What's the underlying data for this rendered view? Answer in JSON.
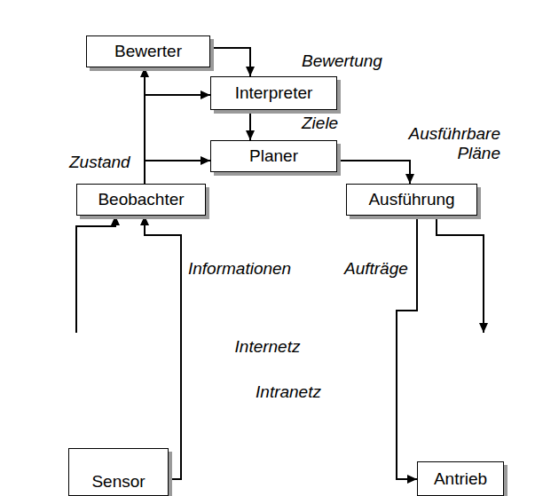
{
  "diagram": {
    "nodes": [
      {
        "text": [
          "Bewerter"
        ]
      },
      {
        "text": [
          "Interpreter"
        ]
      },
      {
        "text": [
          "Planer"
        ]
      },
      {
        "text": [
          "Beobachter"
        ]
      },
      {
        "text": [
          "Ausführung"
        ]
      },
      {
        "text": [
          "Internetz"
        ]
      },
      {
        "text": [
          "Intranetz"
        ]
      },
      {
        "text": [
          "Sensor"
        ]
      },
      {
        "text": [
          "Antrieb"
        ]
      }
    ],
    "edges": [
      {
        "from": 0,
        "to": 1,
        "label": "Bewertung",
        "arrow": "to"
      },
      {
        "from": 1,
        "to": 2,
        "label": "Ziele",
        "arrow": "to"
      },
      {
        "from": 3,
        "to": 0,
        "label": "Zustand",
        "arrow": "to"
      },
      {
        "from": 3,
        "to": 1,
        "arrow": "to"
      },
      {
        "from": 3,
        "to": 2,
        "arrow": "to"
      },
      {
        "from": 2,
        "to": 4,
        "label": "Ausführbare Pläne",
        "arrow": "to"
      },
      {
        "from": 4,
        "to": 5,
        "label": "Aufträge",
        "arrow": "to"
      },
      {
        "from": 4,
        "to": 8,
        "arrow": "to"
      },
      {
        "from": 5,
        "to": 3,
        "arrow": "to"
      },
      {
        "from": 7,
        "to": 3,
        "label": "Informationen",
        "arrow": "to"
      }
    ]
  }
}
